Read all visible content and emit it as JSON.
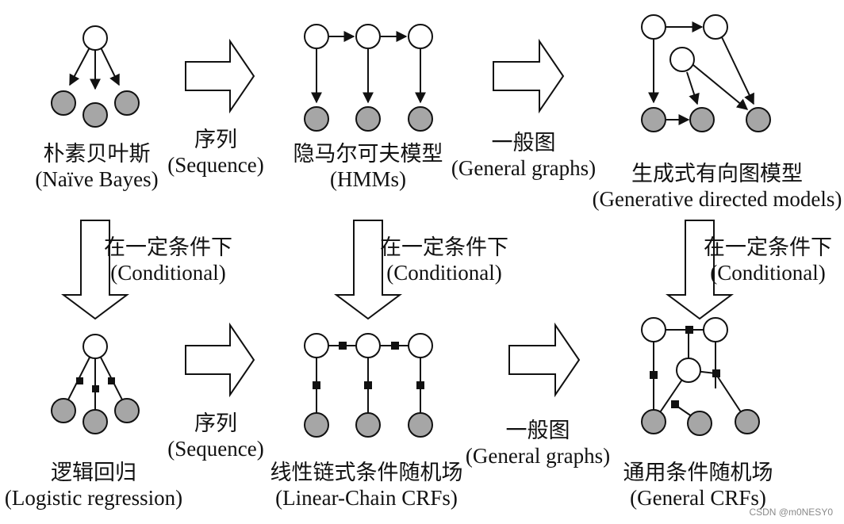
{
  "colors": {
    "stroke": "#111111",
    "observed_fill": "#a6a6a6",
    "hidden_fill": "#ffffff",
    "factor": "#111111"
  },
  "panels": {
    "naive_bayes": {
      "label_zh": "朴素贝叶斯",
      "label_en": "(Naïve Bayes)"
    },
    "hmm": {
      "label_zh": "隐马尔可夫模型",
      "label_en": "(HMMs)"
    },
    "generative": {
      "label_zh": "生成式有向图模型",
      "label_en": "(Generative directed models)"
    },
    "logistic": {
      "label_zh": "逻辑回归",
      "label_en": "(Logistic regression)"
    },
    "linear_crf": {
      "label_zh": "线性链式条件随机场",
      "label_en": "(Linear-Chain CRFs)"
    },
    "general_crf": {
      "label_zh": "通用条件随机场",
      "label_en": "(General CRFs)"
    }
  },
  "transitions": {
    "sequence_top": {
      "label_zh": "序列",
      "label_en": "(Sequence)"
    },
    "general_top": {
      "label_zh": "一般图",
      "label_en": "(General graphs)"
    },
    "sequence_bottom": {
      "label_zh": "序列",
      "label_en": "(Sequence)"
    },
    "general_bottom": {
      "label_zh": "一般图",
      "label_en": "(General graphs)"
    },
    "conditional_left": {
      "label_zh": "在一定条件下",
      "label_en": "(Conditional)"
    },
    "conditional_mid": {
      "label_zh": "在一定条件下",
      "label_en": "(Conditional)"
    },
    "conditional_right": {
      "label_zh": "在一定条件下",
      "label_en": "(Conditional)"
    }
  },
  "watermark": "CSDN @m0NESY0"
}
